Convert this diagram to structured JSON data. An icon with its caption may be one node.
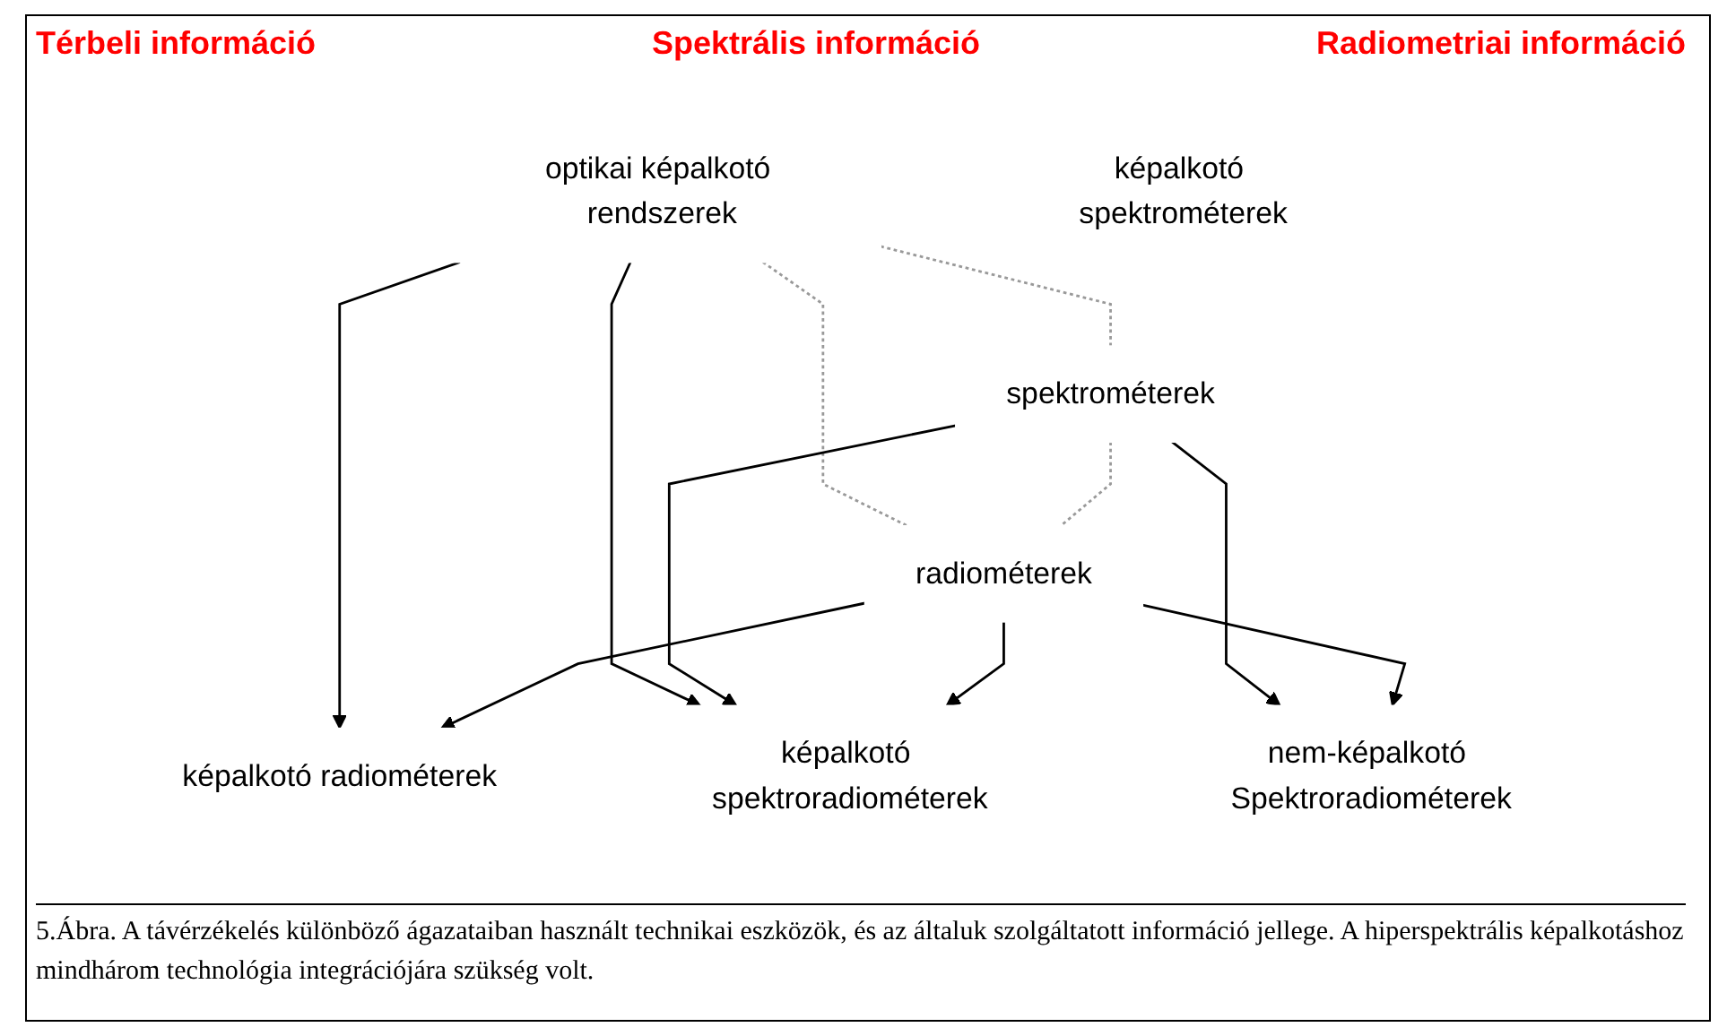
{
  "diagram": {
    "caption": "5.Ábra. A távérzékelés különböző ágazataiban használt technikai eszközök, és az általuk szolgáltatott információ jellege. A hiperspektrális képalkotáshoz mindhárom technológia integrációjára szükség volt.",
    "nodes": [
      {
        "text": [
          "optikai képalkotó rendszerek"
        ]
      },
      {
        "text": [
          "képalkotó spektrométerek"
        ]
      },
      {
        "text": [
          "képalkotó radiométerek"
        ]
      },
      {
        "text": [
          "képalkotó spektroradiométerek"
        ]
      },
      {
        "text": [
          "spektrométerek"
        ]
      },
      {
        "text": [
          "radiométerek"
        ]
      },
      {
        "text": [
          "nem-képalkotó Spektroradiométerek"
        ]
      }
    ],
    "edges": [
      {
        "from": 0,
        "to": 2,
        "arrow": "to"
      },
      {
        "from": 0,
        "to": 3,
        "arrow": "to"
      },
      {
        "from": 0,
        "to": 4,
        "arrow": "none",
        "style": "dashed",
        "color": "#999999"
      },
      {
        "from": 0,
        "to": 5,
        "arrow": "none",
        "style": "dashed",
        "color": "#999999"
      },
      {
        "from": 4,
        "to": 5,
        "arrow": "none",
        "style": "dashed",
        "color": "#999999"
      },
      {
        "from": 4,
        "to": 3,
        "arrow": "to"
      },
      {
        "from": 5,
        "to": 3,
        "arrow": "to"
      },
      {
        "from": 5,
        "to": 2,
        "arrow": "to"
      },
      {
        "from": 4,
        "to": 6,
        "arrow": "to"
      },
      {
        "from": 5,
        "to": 6,
        "arrow": "to"
      }
    ],
    "labels": [
      "Térbeli információ",
      "Spektrális információ",
      "Radiometriai információ"
    ]
  }
}
